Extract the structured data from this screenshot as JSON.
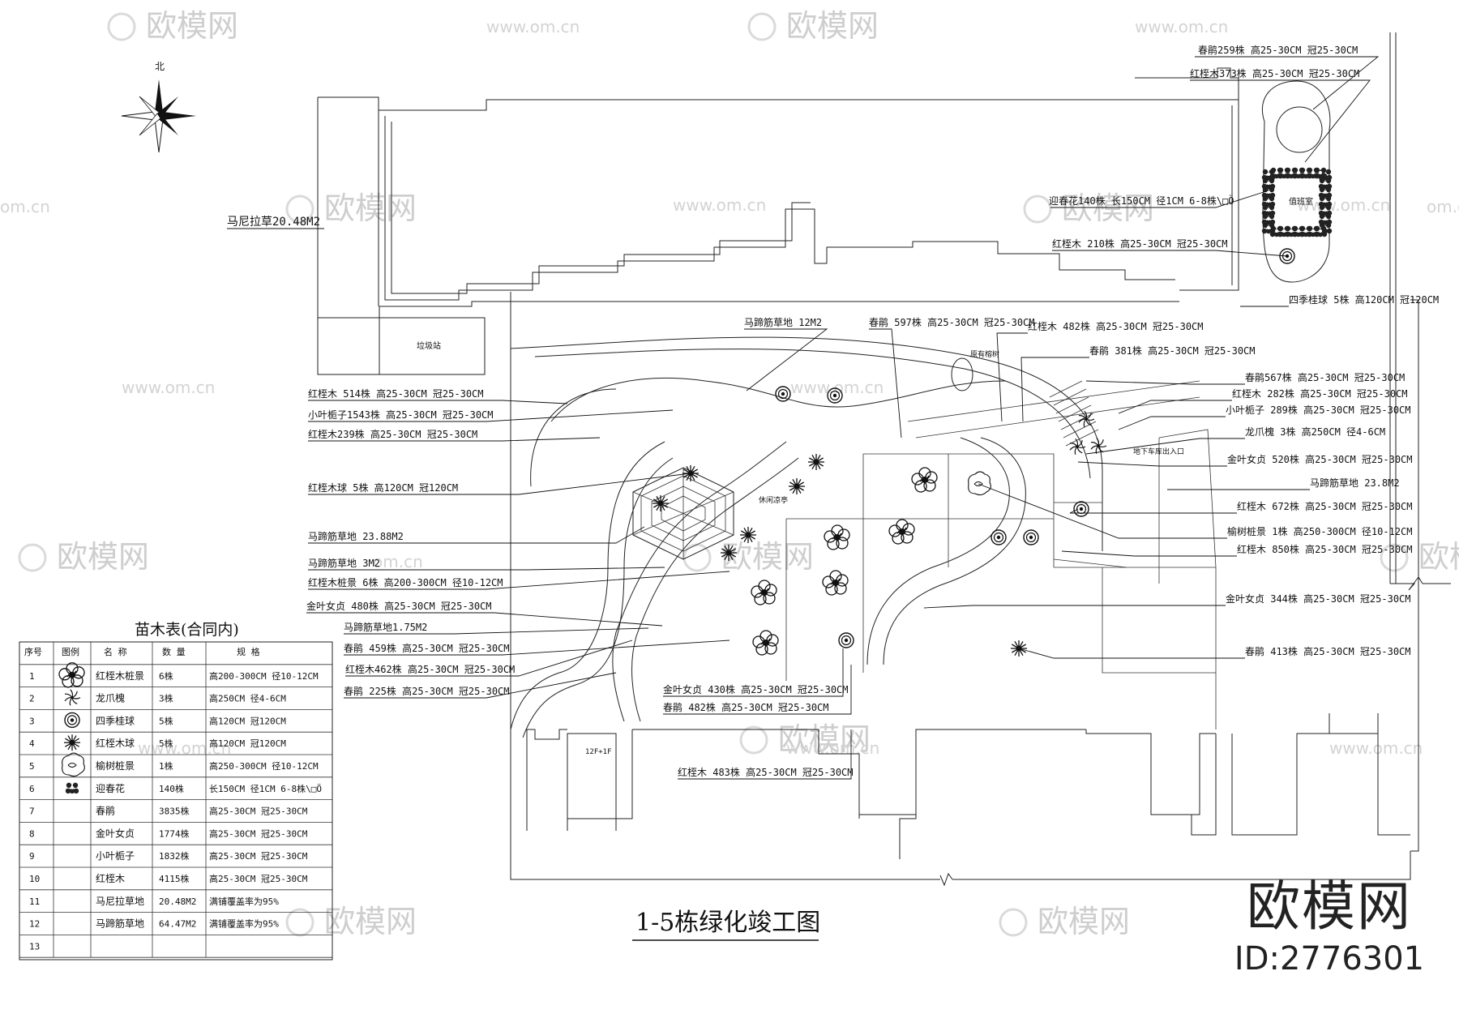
{
  "north_label": "北",
  "plan_title": "1-5栋绿化竣工图",
  "brand": {
    "name": "欧模网",
    "id": "ID:2776301"
  },
  "watermark": {
    "text": "欧模网",
    "url": "www.om.cn",
    "url_short": "om.cn"
  },
  "place_labels": {
    "trash_station": "垃圾站",
    "pavilion": "休闲凉亭",
    "existing_tree": "原有榕树",
    "duty_room": "值班室",
    "garage_exit": "地下车库出入口",
    "floor": "12F+1F"
  },
  "callouts": [
    "春鹃259株 高25-30CM 冠25-30CM",
    "红桎木373株 高25-30CM 冠25-30CM",
    "马尼拉草20.48M2",
    "迎春花140株 长150CM 径1CM 6-8株\\□Ö",
    "红桎木 210株 高25-30CM 冠25-30CM",
    "四季桂球 5株 高120CM 冠120CM",
    "马蹄筋草地 12M2",
    "春鹃 597株 高25-30CM 冠25-30CM",
    "红桎木 482株 高25-30CM 冠25-30CM",
    "春鹃 381株 高25-30CM 冠25-30CM",
    "红桎木 514株 高25-30CM 冠25-30CM",
    "小叶栀子1543株 高25-30CM 冠25-30CM",
    "红桎木239株 高25-30CM 冠25-30CM",
    "春鹃567株 高25-30CM 冠25-30CM",
    "红桎木 282株 高25-30CM 冠25-30CM",
    "小叶栀子 289株 高25-30CM 冠25-30CM",
    "龙爪槐 3株 高250CM 径4-6CM",
    "金叶女贞 520株 高25-30CM 冠25-30CM",
    "红桎木球 5株 高120CM 冠120CM",
    "马蹄筋草地 23.8M2",
    "红桎木 672株 高25-30CM 冠25-30CM",
    "马蹄筋草地 23.88M2",
    "榆树桩景 1株 高250-300CM 径10-12CM",
    "红桎木 850株 高25-30CM 冠25-30CM",
    "马蹄筋草地 3M2",
    "红桎木桩景 6株 高200-300CM 径10-12CM",
    "金叶女贞 480株 高25-30CM 冠25-30CM",
    "金叶女贞 344株 高25-30CM 冠25-30CM",
    "马蹄筋草地1.75M2",
    "春鹃 459株 高25-30CM 冠25-30CM",
    "春鹃 413株 高25-30CM 冠25-30CM",
    "红桎木462株 高25-30CM 冠25-30CM",
    "春鹃 225株 高25-30CM 冠25-30CM",
    "金叶女贞 430株 高25-30CM 冠25-30CM",
    "春鹃 482株 高25-30CM 冠25-30CM",
    "红桎木 483株 高25-30CM 冠25-30CM"
  ],
  "table": {
    "title": "苗木表(合同内)",
    "headers": [
      "序号",
      "图例",
      "名 称",
      "数 量",
      "规 格"
    ],
    "rows": [
      {
        "no": "1",
        "legend": "hongjimu-zhuangjing-symbol",
        "name": "红桎木桩景",
        "qty": "6株",
        "spec": "高200-300CM 径10-12CM"
      },
      {
        "no": "2",
        "legend": "longzhuahuai-symbol",
        "name": "龙爪槐",
        "qty": "3株",
        "spec": "高250CM 径4-6CM"
      },
      {
        "no": "3",
        "legend": "sijiguiqiu-symbol",
        "name": "四季桂球",
        "qty": "5株",
        "spec": "高120CM 冠120CM"
      },
      {
        "no": "4",
        "legend": "hongjimuqiu-symbol",
        "name": "红桎木球",
        "qty": "5株",
        "spec": "高120CM 冠120CM"
      },
      {
        "no": "5",
        "legend": "yushu-zhuangjing-symbol",
        "name": "榆树桩景",
        "qty": "1株",
        "spec": "高250-300CM 径10-12CM"
      },
      {
        "no": "6",
        "legend": "yingchunhua-symbol",
        "name": "迎春花",
        "qty": "140株",
        "spec": "长150CM 径1CM 6-8株\\□Ö"
      },
      {
        "no": "7",
        "legend": "",
        "name": "春鹃",
        "qty": "3835株",
        "spec": "高25-30CM 冠25-30CM"
      },
      {
        "no": "8",
        "legend": "",
        "name": "金叶女贞",
        "qty": "1774株",
        "spec": "高25-30CM 冠25-30CM"
      },
      {
        "no": "9",
        "legend": "",
        "name": "小叶栀子",
        "qty": "1832株",
        "spec": "高25-30CM 冠25-30CM"
      },
      {
        "no": "10",
        "legend": "",
        "name": "红桎木",
        "qty": "4115株",
        "spec": "高25-30CM 冠25-30CM"
      },
      {
        "no": "11",
        "legend": "",
        "name": "马尼拉草地",
        "qty": "20.48M2",
        "spec": "满铺覆盖率为95%"
      },
      {
        "no": "12",
        "legend": "",
        "name": "马蹄筋草地",
        "qty": "64.47M2",
        "spec": "满铺覆盖率为95%"
      },
      {
        "no": "13",
        "legend": "",
        "name": "",
        "qty": "",
        "spec": ""
      }
    ]
  }
}
